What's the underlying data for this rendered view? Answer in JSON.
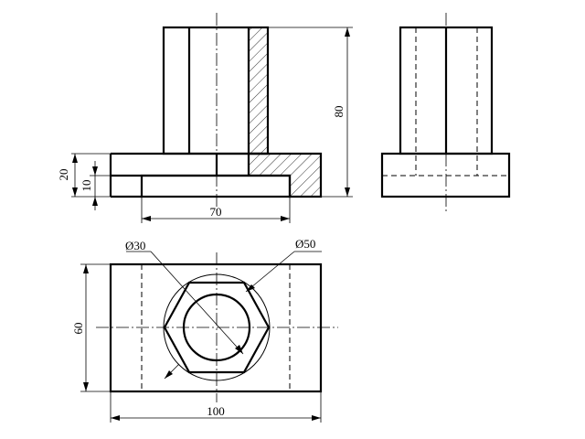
{
  "dimensions": {
    "height_total": "80",
    "step_outer": "20",
    "step_inner": "10",
    "base_width": "70",
    "plan_height": "60",
    "plan_width": "100",
    "hole_diameter": "Ø30",
    "hex_circle_diameter": "Ø50"
  },
  "colors": {
    "line": "#000000",
    "background": "#ffffff"
  }
}
